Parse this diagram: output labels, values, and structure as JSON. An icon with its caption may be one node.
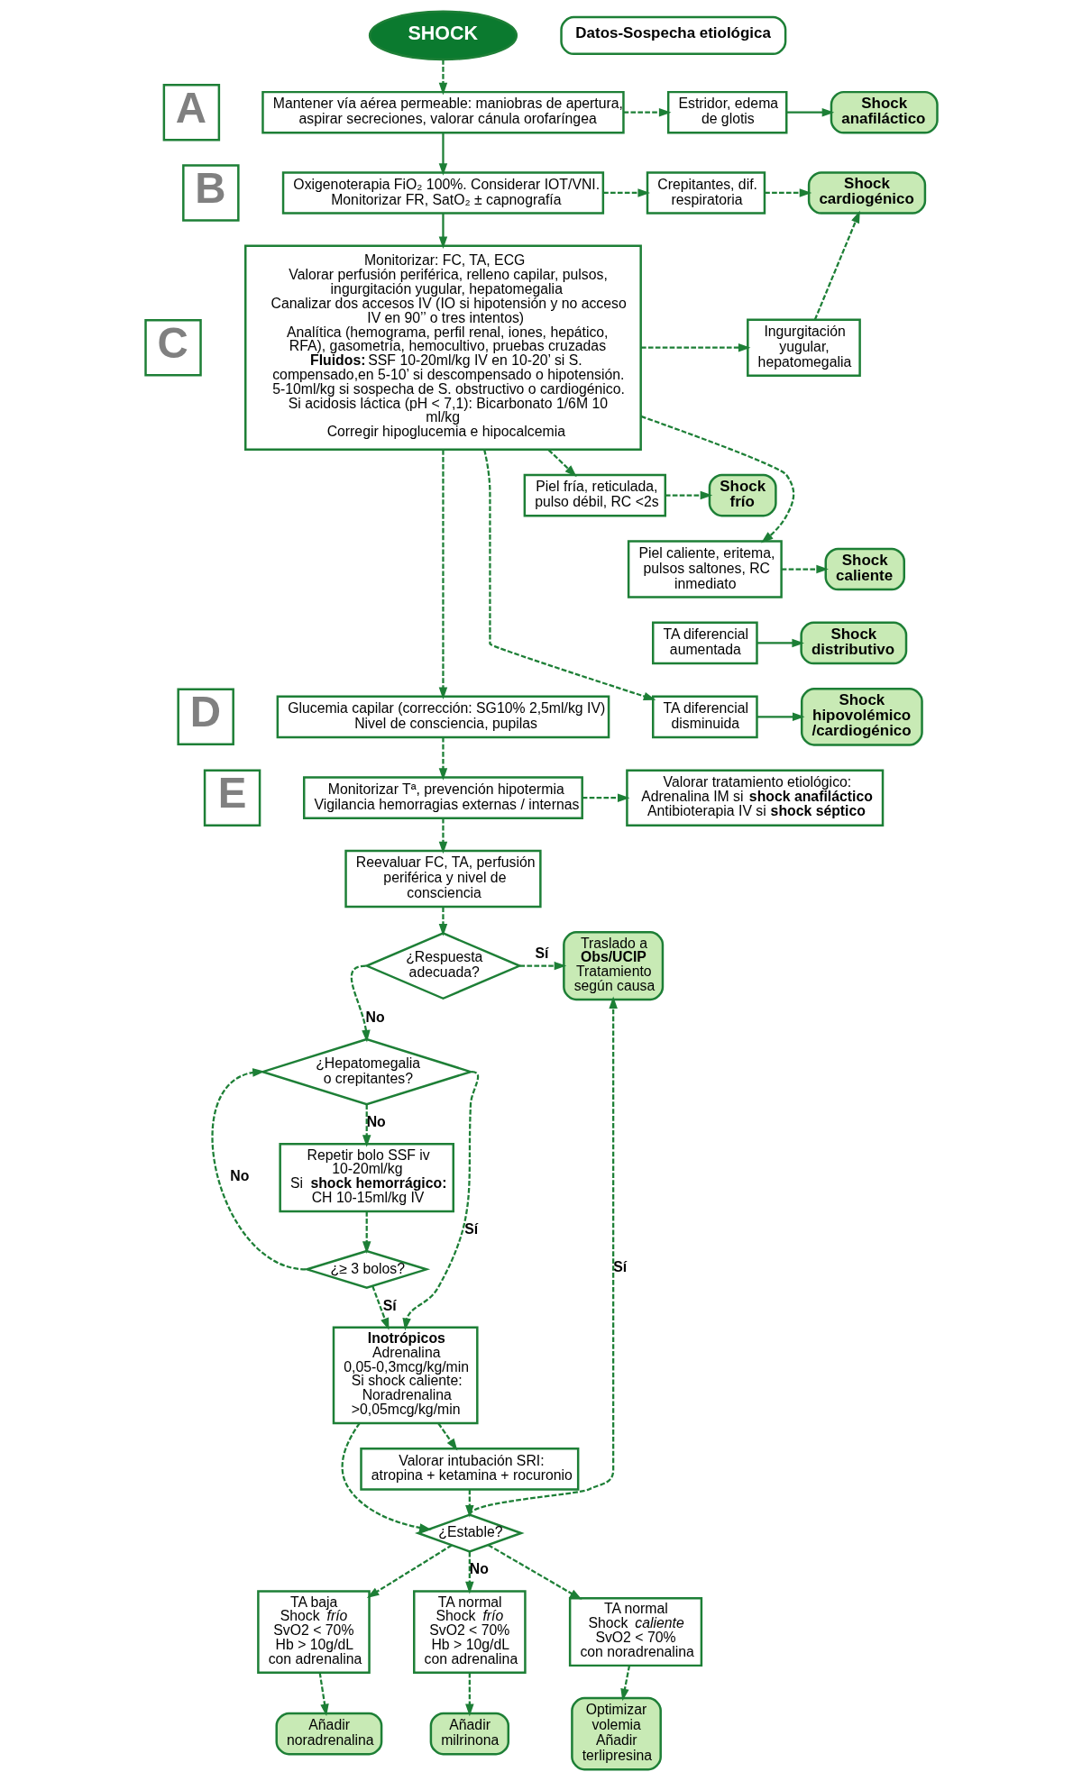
{
  "diagram": {
    "nodes": [
      {
        "text": [
          "SHOCK"
        ]
      },
      {
        "text": [
          "Datos-Sospecha etiológica"
        ]
      },
      {
        "text": [
          "A"
        ]
      },
      {
        "text": [
          "Mantener vía aérea permeable: maniobras de apertura, aspirar secreciones, valorar cánula orofaríngea"
        ]
      },
      {
        "text": [
          "Estridor, edema de glotis"
        ]
      },
      {
        "text": [
          "Shock anafiláctico"
        ]
      },
      {
        "text": [
          "B"
        ]
      },
      {
        "text": [
          "Oxigenoterapia FiO₂ 100%. Considerar IOT/VNI. Monitorizar FR, SatO₂ ± capnografía"
        ]
      },
      {
        "text": [
          "Crepitantes, dif. respiratoria"
        ]
      },
      {
        "text": [
          "Shock cardiogénico"
        ]
      },
      {
        "text": [
          "C"
        ]
      },
      {
        "text": [
          "Monitorizar: FC, TA, ECG",
          "Valorar perfusión periférica, relleno capilar, pulsos, ingurgitación yugular, hepatomegalia",
          "Canalizar dos accesos IV (IO si hipotensión y no acceso IV en 90’’ o tres intentos)",
          "Analítica (hemograma, perfil renal, iones, hepático, RFA), gasometría, hemocultivo, pruebas cruzadas",
          "**Fluidos:** SSF 10-20ml/kg IV en 10-20’ si S. compensado,en 5-10’ si descompensado o hipotensión. 5-10ml/kg si sospecha de S. obstructivo o cardiogénico.",
          "Si acidosis láctica (pH < 7,1): Bicarbonato 1/6M 10 ml/kg",
          "Corregir hipoglucemia e hipocalcemia"
        ]
      },
      {
        "text": [
          "Ingurgitación yugular, hepatomegalia"
        ]
      },
      {
        "text": [
          "Piel fría, reticulada, pulso débil, RC <2s"
        ]
      },
      {
        "text": [
          "Shock frío"
        ]
      },
      {
        "text": [
          "Piel caliente, eritema, pulsos saltones, RC inmediato"
        ]
      },
      {
        "text": [
          "Shock caliente"
        ]
      },
      {
        "text": [
          "TA diferencial aumentada"
        ]
      },
      {
        "text": [
          "Shock distributivo"
        ]
      },
      {
        "text": [
          "TA diferencial disminuida"
        ]
      },
      {
        "text": [
          "Shock hipovolémico /cardiogénico"
        ]
      },
      {
        "text": [
          "D"
        ]
      },
      {
        "text": [
          "Glucemia capilar (corrección: SG10% 2,5ml/kg IV)",
          "Nivel de consciencia, pupilas"
        ]
      },
      {
        "text": [
          "E"
        ]
      },
      {
        "text": [
          "Monitorizar Tª, prevención hipotermia",
          "Vigilancia hemorragias externas / internas"
        ]
      },
      {
        "text": [
          "Valorar tratamiento etiológico:",
          "Adrenalina IM si **shock anafiláctico**",
          "Antibioterapia IV si **shock séptico**"
        ]
      },
      {
        "text": [
          "Reevaluar FC, TA, perfusión periférica y nivel de consciencia"
        ]
      },
      {
        "text": [
          "¿Respuesta adecuada?"
        ]
      },
      {
        "text": [
          "Traslado a **Obs/UCIP**",
          "Tratamiento según causa"
        ]
      },
      {
        "text": [
          "¿Hepatomegalia o crepitantes?"
        ]
      },
      {
        "text": [
          "Repetir bolo SSF iv 10-20ml/kg",
          "Si **shock hemorrágico:** CH 10-15ml/kg IV"
        ]
      },
      {
        "text": [
          "¿≥ 3 bolos?"
        ]
      },
      {
        "text": [
          "Inotrópicos",
          "Adrenalina 0,05-0,3mcg/kg/min",
          "Si shock caliente: Noradrenalina >0,05mcg/kg/min"
        ]
      },
      {
        "text": [
          "Valorar intubación SRI:",
          "atropina + ketamina + rocuronio"
        ]
      },
      {
        "text": [
          "¿Estable?"
        ]
      },
      {
        "text": [
          "TA baja",
          "Shock *frío*",
          "SvO2 < 70%",
          "Hb > 10g/dL",
          "con adrenalina"
        ]
      },
      {
        "text": [
          "Añadir noradrenalina"
        ]
      },
      {
        "text": [
          "TA normal",
          "Shock *frío*",
          "SvO2 < 70%",
          "Hb > 10g/dL",
          "con adrenalina"
        ]
      },
      {
        "text": [
          "Añadir milrinona"
        ]
      },
      {
        "text": [
          "TA normal",
          "Shock *caliente*",
          "SvO2 < 70%",
          "con noradrenalina"
        ]
      },
      {
        "text": [
          "Optimizar volemia",
          "Añadir terlipresina"
        ]
      }
    ],
    "edges": [
      {
        "from": 0,
        "to": 3,
        "arrow": "to",
        "style": "dashed"
      },
      {
        "from": 3,
        "to": 7,
        "arrow": "to"
      },
      {
        "from": 7,
        "to": 11,
        "arrow": "to"
      },
      {
        "from": 11,
        "to": 22,
        "arrow": "to",
        "style": "dashed"
      },
      {
        "from": 22,
        "to": 24,
        "arrow": "to",
        "style": "dashed"
      },
      {
        "from": 3,
        "to": 4,
        "arrow": "to",
        "style": "dashed"
      },
      {
        "from": 4,
        "to": 5,
        "arrow": "to"
      },
      {
        "from": 7,
        "to": 8,
        "arrow": "to",
        "style": "dashed"
      },
      {
        "from": 8,
        "to": 9,
        "arrow": "to",
        "style": "dashed"
      },
      {
        "from": 11,
        "to": 12,
        "arrow": "to",
        "style": "dashed"
      },
      {
        "from": 12,
        "to": 9,
        "arrow": "to",
        "style": "dashed"
      },
      {
        "from": 11,
        "to": 13,
        "arrow": "to",
        "style": "dashed"
      },
      {
        "from": 13,
        "to": 14,
        "arrow": "to",
        "style": "dashed"
      },
      {
        "from": 11,
        "to": 15,
        "arrow": "to",
        "style": "dashed"
      },
      {
        "from": 15,
        "to": 16,
        "arrow": "to",
        "style": "dashed"
      },
      {
        "from": 17,
        "to": 18,
        "arrow": "to"
      },
      {
        "from": 11,
        "to": 19,
        "arrow": "to",
        "style": "dashed"
      },
      {
        "from": 19,
        "to": 20,
        "arrow": "to"
      },
      {
        "from": 24,
        "to": 26,
        "arrow": "to",
        "style": "dashed"
      },
      {
        "from": 24,
        "to": 25,
        "arrow": "to",
        "style": "dashed"
      },
      {
        "from": 26,
        "to": 27,
        "arrow": "to",
        "style": "dashed"
      },
      {
        "from": 27,
        "to": 28,
        "arrow": "to",
        "style": "dashed",
        "label": "Sí"
      },
      {
        "from": 27,
        "to": 29,
        "arrow": "to",
        "style": "dashed",
        "label": "No"
      },
      {
        "from": 29,
        "to": 30,
        "arrow": "to",
        "style": "dashed",
        "label": "No"
      },
      {
        "from": 29,
        "to": 32,
        "arrow": "to",
        "style": "dashed",
        "label": "Sí"
      },
      {
        "from": 30,
        "to": 31,
        "arrow": "to",
        "style": "dashed"
      },
      {
        "from": 31,
        "to": 32,
        "arrow": "to",
        "style": "dashed",
        "label": "Sí"
      },
      {
        "from": 31,
        "to": 29,
        "arrow": "to",
        "style": "dashed",
        "label": "No"
      },
      {
        "from": 32,
        "to": 34,
        "arrow": "to",
        "style": "dashed"
      },
      {
        "from": 32,
        "to": 33,
        "arrow": "to",
        "style": "dashed"
      },
      {
        "from": 33,
        "to": 34,
        "arrow": "to",
        "style": "dashed"
      },
      {
        "from": 34,
        "to": 28,
        "arrow": "to",
        "style": "dashed",
        "label": "Sí"
      },
      {
        "from": 34,
        "to": 35,
        "arrow": "to",
        "style": "dashed"
      },
      {
        "from": 34,
        "to": 37,
        "arrow": "to",
        "style": "dashed",
        "label": "No"
      },
      {
        "from": 34,
        "to": 39,
        "arrow": "to",
        "style": "dashed"
      },
      {
        "from": 35,
        "to": 36,
        "arrow": "to",
        "style": "dashed"
      },
      {
        "from": 37,
        "to": 38,
        "arrow": "to",
        "style": "dashed"
      },
      {
        "from": 39,
        "to": 40,
        "arrow": "to",
        "style": "dashed"
      }
    ]
  }
}
